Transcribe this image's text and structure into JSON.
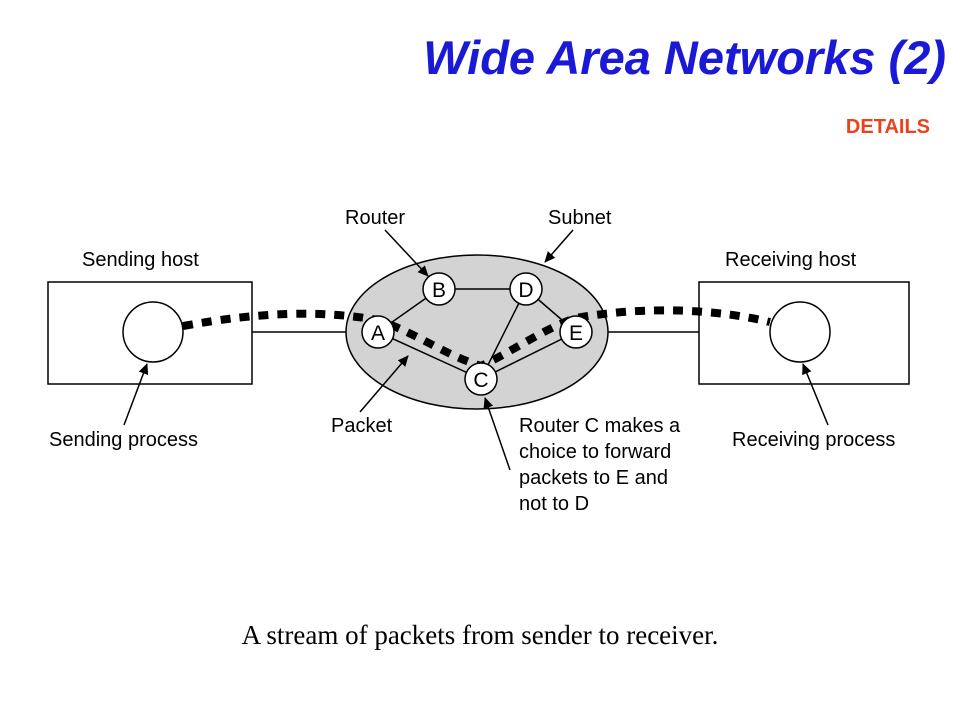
{
  "title": "Wide Area Networks (2)",
  "details_link": "DETAILS",
  "caption": "A stream of packets from sender to receiver.",
  "colors": {
    "title": "#1a1ad6",
    "details": "#e8431c",
    "subnet_fill": "#d3d3d3"
  },
  "diagram": {
    "sending_host_label": "Sending host",
    "receiving_host_label": "Receiving host",
    "router_label": "Router",
    "subnet_label": "Subnet",
    "packet_label": "Packet",
    "sending_process_label": "Sending process",
    "receiving_process_label": "Receiving process",
    "router_c_note": [
      "Router C makes a",
      "choice to forward",
      "packets to E and",
      "not to D"
    ],
    "routers": [
      "A",
      "B",
      "C",
      "D",
      "E"
    ]
  }
}
